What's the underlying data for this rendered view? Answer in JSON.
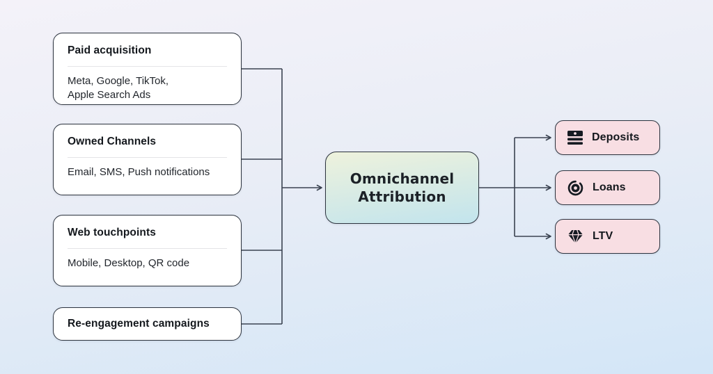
{
  "colors": {
    "bg_top": "#f4f2f9",
    "bg_mid": "#e9edf6",
    "bg_bottom": "#d3e6f7",
    "node_border": "#2c333e",
    "line": "#3a4250",
    "node_bg": "#ffffff",
    "pink": "#f8dee3",
    "hub_top": "#eef2dc",
    "hub_bottom": "#c2e4ed",
    "divider": "#e4e4e7",
    "title_text": "#14181d",
    "body_text": "#22262c"
  },
  "sources": [
    {
      "title": "Paid acquisition",
      "body": "Meta, Google, TikTok,\nApple Search Ads"
    },
    {
      "title": "Owned Channels",
      "body": "Email, SMS, Push notifications"
    },
    {
      "title": "Web touchpoints",
      "body": "Mobile, Desktop, QR code"
    },
    {
      "title": "Re-engagement campaigns"
    }
  ],
  "hub": {
    "title": "Omnichannel\nAttribution"
  },
  "outputs": [
    {
      "label": "Deposits",
      "icon": "deposits-cash-stack-icon"
    },
    {
      "label": "Loans",
      "icon": "loans-coin-target-icon"
    },
    {
      "label": "LTV",
      "icon": "ltv-gem-icon"
    }
  ]
}
